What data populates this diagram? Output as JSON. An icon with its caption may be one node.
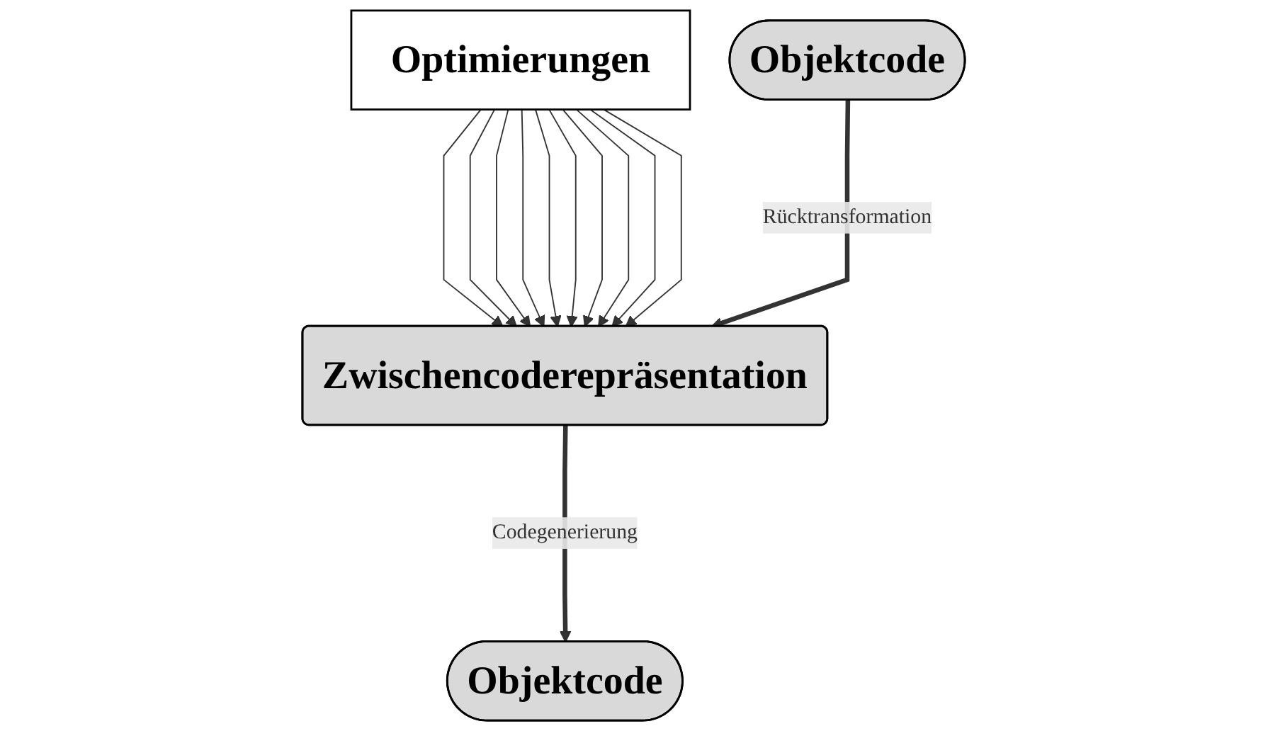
{
  "diagram": {
    "nodes": [
      {
        "text": [
          "Optimierungen"
        ]
      },
      {
        "text": [
          "Zwischencoderepräsentation"
        ]
      },
      {
        "text": [
          "Objektcode"
        ]
      },
      {
        "text": [
          "Objektcode"
        ]
      }
    ],
    "edges": [
      {
        "from": 0,
        "to": 1,
        "arrow": "to"
      },
      {
        "from": 0,
        "to": 1,
        "arrow": "to"
      },
      {
        "from": 0,
        "to": 1,
        "arrow": "to"
      },
      {
        "from": 0,
        "to": 1,
        "arrow": "to"
      },
      {
        "from": 0,
        "to": 1,
        "arrow": "to"
      },
      {
        "from": 0,
        "to": 1,
        "arrow": "to"
      },
      {
        "from": 0,
        "to": 1,
        "arrow": "to"
      },
      {
        "from": 0,
        "to": 1,
        "arrow": "to"
      },
      {
        "from": 0,
        "to": 1,
        "arrow": "to"
      },
      {
        "from": 0,
        "to": 1,
        "arrow": "to"
      },
      {
        "from": 2,
        "to": 1,
        "arrow": "to",
        "label": "Rücktransformation",
        "style": "thick"
      },
      {
        "from": 1,
        "to": 3,
        "arrow": "to",
        "label": "Codegenerierung",
        "style": "thick"
      }
    ]
  }
}
